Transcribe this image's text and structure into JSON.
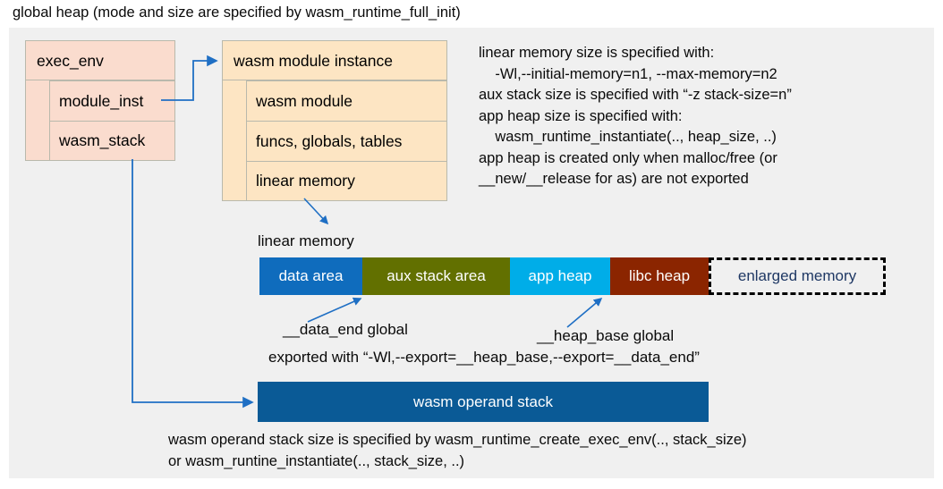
{
  "title": "global heap (mode and size are specified by wasm_runtime_full_init)",
  "colors": {
    "panel_bg": "#f0f0f0",
    "exec_env_fill": "#fadcce",
    "module_inst_fill": "#fde5c3",
    "box_border": "#b9b9ac",
    "connector": "#1f6fc4",
    "data_area": "#0f6cbd",
    "aux_stack_area": "#627000",
    "app_heap": "#00ade8",
    "libc_heap": "#8b2500",
    "enlarged_memory_text": "#1f3864",
    "operand_stack": "#0a5a96"
  },
  "exec_env": {
    "header": "exec_env",
    "fields": [
      {
        "label": "module_inst"
      },
      {
        "label": "wasm_stack"
      }
    ]
  },
  "module_instance": {
    "header": "wasm module instance",
    "fields": [
      {
        "label": "wasm module"
      },
      {
        "label": "funcs, globals, tables"
      },
      {
        "label": "linear memory"
      }
    ]
  },
  "notes": {
    "linear_memory_note": "linear memory size is specified with:\n    -Wl,--initial-memory=n1, --max-memory=n2\naux stack size is specified with “-z stack-size=n”\napp heap size is specified with:\n    wasm_runtime_instantiate(.., heap_size, ..)\napp heap is created only when malloc/free (or\n__new/__release for as) are not exported",
    "operand_stack_note": "wasm operand stack size is specified by wasm_runtime_create_exec_env(.., stack_size)\nor wasm_runtine_instantiate(.., stack_size, ..)"
  },
  "linear_memory": {
    "caption": "linear memory",
    "segments": [
      {
        "label": "data area",
        "color": "#0f6cbd"
      },
      {
        "label": "aux stack area",
        "color": "#627000"
      },
      {
        "label": "app heap",
        "color": "#00ade8"
      },
      {
        "label": "libc heap",
        "color": "#8b2500"
      },
      {
        "label": "enlarged memory",
        "color": "#f0f0f0"
      }
    ],
    "annotations": {
      "data_end": "__data_end global",
      "heap_base": "__heap_base global",
      "export_note": "exported with “-Wl,--export=__heap_base,--export=__data_end”"
    }
  },
  "operand_stack": {
    "label": "wasm operand stack"
  }
}
